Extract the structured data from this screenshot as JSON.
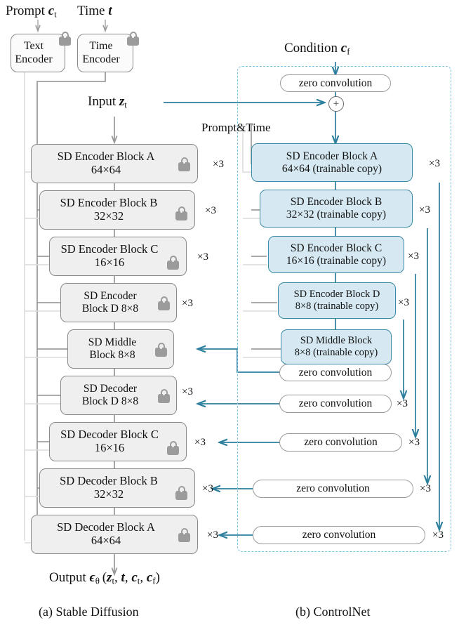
{
  "figure": {
    "captions": {
      "left": "(a) Stable Diffusion",
      "right": "(b) ControlNet"
    }
  },
  "left_column": {
    "inputs": [
      {
        "label_prefix": "Prompt",
        "label_sym": "c",
        "label_sub": "t"
      },
      {
        "label_prefix": "Time",
        "label_sym": "t",
        "label_sub": ""
      }
    ],
    "encoders": [
      {
        "name": "text-encoder",
        "l1": "Text",
        "l2": "Encoder",
        "locked": true
      },
      {
        "name": "time-encoder",
        "l1": "Time",
        "l2": "Encoder",
        "locked": true
      }
    ],
    "input_label": {
      "prefix": "Input",
      "sym": "z",
      "sub": "t"
    },
    "blocks": [
      {
        "name": "sd-encoder-block-a",
        "l1": "SD Encoder Block A",
        "l2": "64×64",
        "mult": "×3",
        "locked": true
      },
      {
        "name": "sd-encoder-block-b",
        "l1": "SD Encoder Block B",
        "l2": "32×32",
        "mult": "×3",
        "locked": true
      },
      {
        "name": "sd-encoder-block-c",
        "l1": "SD Encoder Block C",
        "l2": "16×16",
        "mult": "×3",
        "locked": true
      },
      {
        "name": "sd-encoder-block-d",
        "l1": "SD Encoder",
        "l2": "Block D 8×8",
        "mult": "×3",
        "locked": true
      },
      {
        "name": "sd-middle-block",
        "l1": "SD Middle",
        "l2": "Block 8×8",
        "mult": "",
        "locked": true
      },
      {
        "name": "sd-decoder-block-d",
        "l1": "SD Decoder",
        "l2": "Block D 8×8",
        "mult": "×3",
        "locked": true
      },
      {
        "name": "sd-decoder-block-c",
        "l1": "SD Decoder Block C",
        "l2": "16×16",
        "mult": "×3",
        "locked": true
      },
      {
        "name": "sd-decoder-block-b",
        "l1": "SD Decoder Block B",
        "l2": "32×32",
        "mult": "×3",
        "locked": true
      },
      {
        "name": "sd-decoder-block-a",
        "l1": "SD Decoder Block A",
        "l2": "64×64",
        "mult": "×3",
        "locked": true
      }
    ],
    "output_label": {
      "prefix": "Output",
      "eps": "ϵ",
      "theta": "θ",
      "args": "(z_t, t, c_t, c_f)"
    }
  },
  "right_column": {
    "condition_label": {
      "prefix": "Condition",
      "sym": "c",
      "sub": "f"
    },
    "prompt_time_label": "Prompt&Time",
    "plus_symbol": "+",
    "top_zero_conv": "zero convolution",
    "blocks": [
      {
        "name": "cn-encoder-block-a",
        "l1": "SD Encoder Block A",
        "l2": "64×64 (trainable copy)",
        "mult": "×3"
      },
      {
        "name": "cn-encoder-block-b",
        "l1": "SD Encoder Block B",
        "l2": "32×32 (trainable copy)",
        "mult": "×3"
      },
      {
        "name": "cn-encoder-block-c",
        "l1": "SD Encoder Block C",
        "l2": "16×16 (trainable copy)",
        "mult": "×3"
      },
      {
        "name": "cn-encoder-block-d",
        "l1": "SD Encoder Block D",
        "l2": "8×8 (trainable copy)",
        "mult": "×3"
      },
      {
        "name": "cn-middle-block",
        "l1": "SD Middle Block",
        "l2": "8×8 (trainable copy)",
        "mult": ""
      }
    ],
    "zero_convs": [
      {
        "name": "zero-conv-middle",
        "label": "zero convolution",
        "mult": ""
      },
      {
        "name": "zero-conv-dec-d",
        "label": "zero convolution",
        "mult": "×3"
      },
      {
        "name": "zero-conv-dec-c",
        "label": "zero convolution",
        "mult": "×3"
      },
      {
        "name": "zero-conv-dec-b",
        "label": "zero convolution",
        "mult": "×3"
      },
      {
        "name": "zero-conv-dec-a",
        "label": "zero convolution",
        "mult": "×3"
      }
    ],
    "skip_mults": [
      "×3",
      "×3",
      "×3",
      "×3"
    ]
  },
  "colors": {
    "teal": "#2d7f9d",
    "trainable_fill": "#d6e9f2",
    "trainable_border": "#3d8aa5",
    "sd_fill": "#efefef",
    "sd_border": "#8a8a8a",
    "dashed_border": "#7cc3e0",
    "lock_gray": "#9b9b9b",
    "bus_light": "#d8d8d8",
    "bus_dark": "#8f8f8f"
  }
}
